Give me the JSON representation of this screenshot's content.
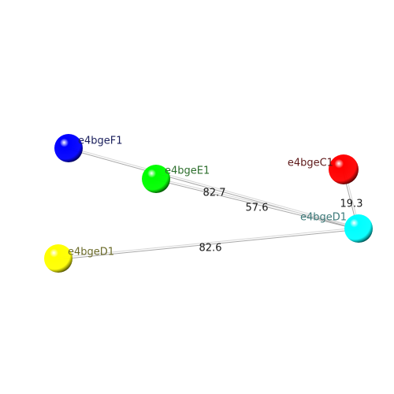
{
  "atoms": [
    {
      "id": "F1",
      "label": "e4bgeF1",
      "color": "#0000ff",
      "dark": "#000044",
      "label_color": "#1a1f5c"
    },
    {
      "id": "E1",
      "label": "e4bgeE1",
      "color": "#00ff00",
      "dark": "#004400",
      "label_color": "#2c6e2c"
    },
    {
      "id": "C1",
      "label": "e4bgeC1",
      "color": "#ff0000",
      "dark": "#440000",
      "label_color": "#5e1a1a"
    },
    {
      "id": "D1a",
      "label": "e4bgeD1",
      "color": "#00ffff",
      "dark": "#004444",
      "label_color": "#3d7a7a"
    },
    {
      "id": "D1b",
      "label": "e4bgeD1",
      "color": "#ffff00",
      "dark": "#444400",
      "label_color": "#6b6b2a"
    }
  ],
  "distances": [
    {
      "from": "F1",
      "to": "D1a",
      "value": "57.6"
    },
    {
      "from": "E1",
      "to": "D1a",
      "value": "82.7"
    },
    {
      "from": "C1",
      "to": "D1a",
      "value": "19.3"
    },
    {
      "from": "D1b",
      "to": "D1a",
      "value": "82.6"
    }
  ]
}
